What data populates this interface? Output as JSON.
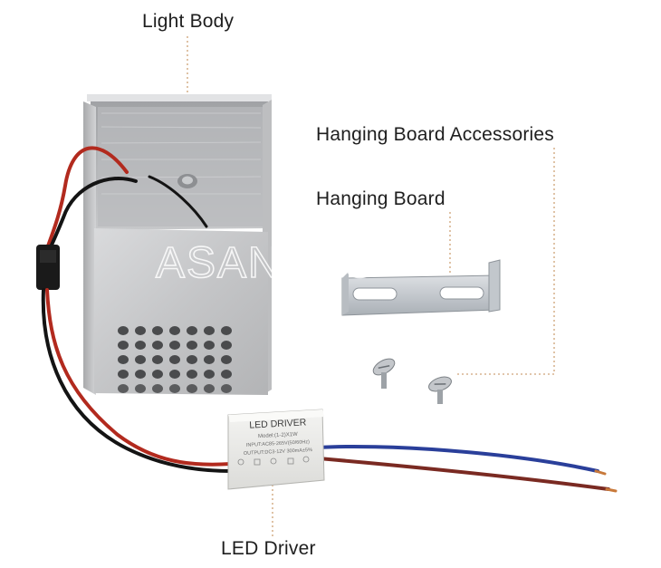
{
  "labels": {
    "light_body": "Light Body",
    "hanging_board_accessories": "Hanging Board Accessories",
    "hanging_board": "Hanging Board",
    "led_driver": "LED Driver"
  },
  "watermark": "ASANZUO",
  "driver_box": {
    "title": "LED DRIVER",
    "model": "Model:(1-2)X1W",
    "input": "INPUT:AC85-265V(50/60Hz)",
    "output": "OUTPUT:DC3-12V 300mA±5%"
  },
  "colors": {
    "background": "#ffffff",
    "label_text": "#1e1e1e",
    "leader_line": "#d7b48f",
    "aluminum": "#c9cacc",
    "wire_red": "#b22a1e",
    "wire_black": "#141414",
    "wire_blue": "#2a3f9a",
    "wire_brown": "#7a2a22"
  }
}
